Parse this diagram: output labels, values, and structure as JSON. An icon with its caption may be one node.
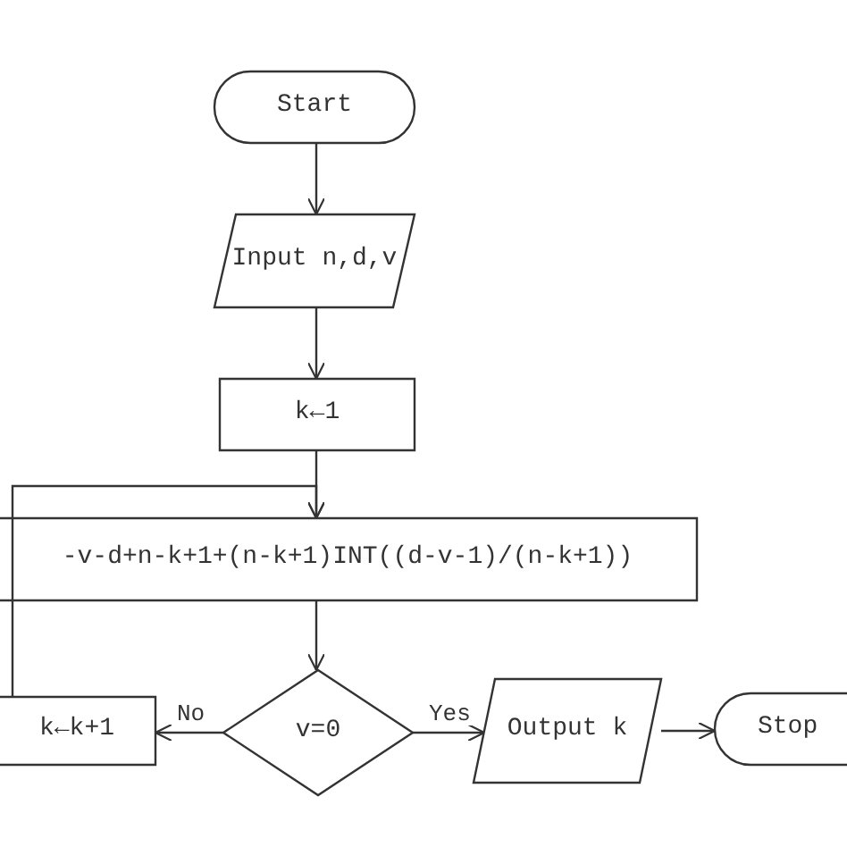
{
  "diagram": {
    "nodes": [
      {
        "text": [
          "Start"
        ]
      },
      {
        "text": [
          "Input n,d,v"
        ]
      },
      {
        "text": [
          "k←1"
        ]
      },
      {
        "text": [
          "-v-d+n-k+1+(n-k+1)INT((d-v-1)/(n-k+1))"
        ]
      },
      {
        "text": [
          "v=0"
        ]
      },
      {
        "text": [
          "k←k+1"
        ]
      },
      {
        "text": [
          "Output k"
        ]
      },
      {
        "text": [
          "Stop"
        ]
      }
    ],
    "edges": [
      {
        "from": 0,
        "to": 1,
        "arrow": "to"
      },
      {
        "from": 1,
        "to": 2,
        "arrow": "to"
      },
      {
        "from": 2,
        "to": 3,
        "arrow": "to"
      },
      {
        "from": 3,
        "to": 4,
        "arrow": "to"
      },
      {
        "from": 4,
        "to": 5,
        "arrow": "to",
        "label": "No"
      },
      {
        "from": 4,
        "to": 6,
        "arrow": "to",
        "label": "Yes"
      },
      {
        "from": 6,
        "to": 7,
        "arrow": "to"
      },
      {
        "from": 5,
        "to": 3,
        "arrow": "to"
      }
    ]
  }
}
